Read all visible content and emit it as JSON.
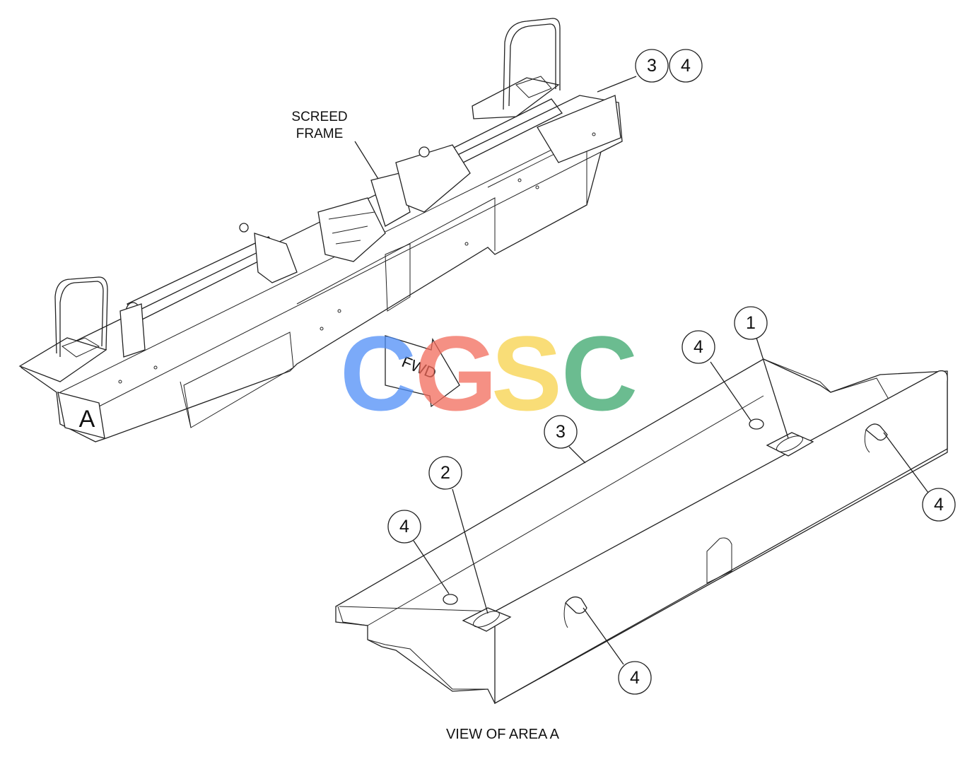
{
  "labels": {
    "screed_frame_line1": "SCREED",
    "screed_frame_line2": "FRAME",
    "fwd": "FWD",
    "area_marker": "A",
    "view_caption": "VIEW OF AREA A"
  },
  "callouts": {
    "top_3": "3",
    "top_4": "4",
    "c1": "1",
    "c2": "2",
    "c3": "3",
    "c4_top_left": "4",
    "c4_upper_right": "4",
    "c4_mid_left": "4",
    "c4_bottom": "4"
  },
  "watermark": {
    "letters": [
      "C",
      "G",
      "S",
      "C"
    ],
    "colors": [
      "#4f8ef7",
      "#f26b5b",
      "#f8d24a",
      "#3aa66b"
    ]
  }
}
